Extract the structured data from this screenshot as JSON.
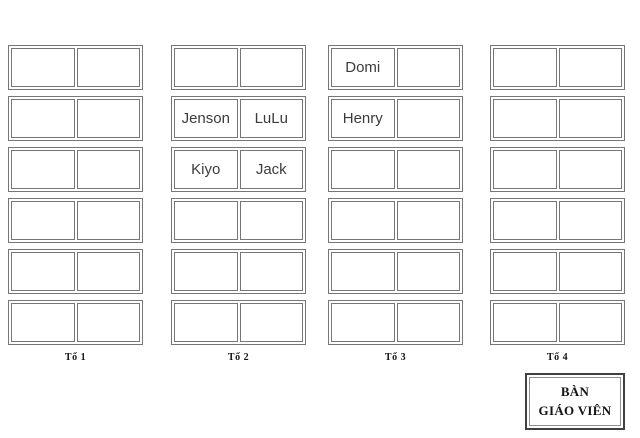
{
  "colors": {
    "desk_border": "#767676",
    "seat_text": "#3c3c3c",
    "label_text": "#141414",
    "teacher_outer": "#414141",
    "teacher_inner": "#919191",
    "background": "#ffffff"
  },
  "groups": [
    {
      "label": "Tổ 1",
      "desks": [
        {
          "seats": [
            "",
            ""
          ]
        },
        {
          "seats": [
            "",
            ""
          ]
        },
        {
          "seats": [
            "",
            ""
          ]
        },
        {
          "seats": [
            "",
            ""
          ]
        },
        {
          "seats": [
            "",
            ""
          ]
        },
        {
          "seats": [
            "",
            ""
          ]
        }
      ]
    },
    {
      "label": "Tổ 2",
      "desks": [
        {
          "seats": [
            "",
            ""
          ]
        },
        {
          "seats": [
            "Jenson",
            "LuLu"
          ]
        },
        {
          "seats": [
            "Kiyo",
            "Jack"
          ]
        },
        {
          "seats": [
            "",
            ""
          ]
        },
        {
          "seats": [
            "",
            ""
          ]
        },
        {
          "seats": [
            "",
            ""
          ]
        }
      ]
    },
    {
      "label": "Tổ 3",
      "desks": [
        {
          "seats": [
            "Domi",
            ""
          ]
        },
        {
          "seats": [
            "Henry",
            ""
          ]
        },
        {
          "seats": [
            "",
            ""
          ]
        },
        {
          "seats": [
            "",
            ""
          ]
        },
        {
          "seats": [
            "",
            ""
          ]
        },
        {
          "seats": [
            "",
            ""
          ]
        }
      ]
    },
    {
      "label": "Tổ 4",
      "desks": [
        {
          "seats": [
            "",
            ""
          ]
        },
        {
          "seats": [
            "",
            ""
          ]
        },
        {
          "seats": [
            "",
            ""
          ]
        },
        {
          "seats": [
            "",
            ""
          ]
        },
        {
          "seats": [
            "",
            ""
          ]
        },
        {
          "seats": [
            "",
            ""
          ]
        }
      ]
    }
  ],
  "teacher_desk": {
    "line1": "BÀN",
    "line2": "GIÁO VIÊN"
  }
}
